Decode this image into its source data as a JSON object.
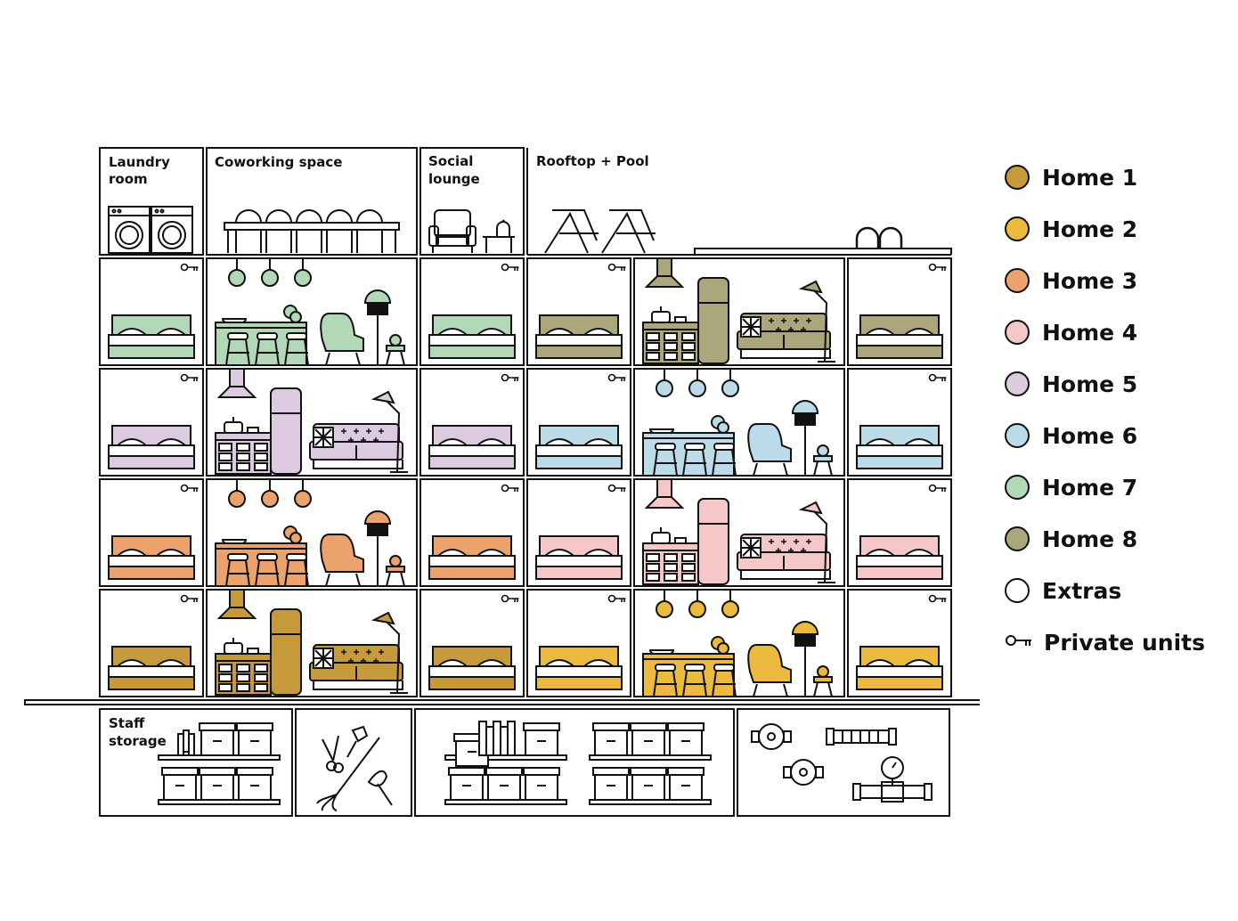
{
  "colors": {
    "home1": "#c69a3a",
    "home2": "#ebba3f",
    "home3": "#eca26d",
    "home4": "#f5c7c6",
    "home5": "#dccae1",
    "home6": "#bcdbe8",
    "home7": "#b3d8b8",
    "home8": "#aba67b",
    "extras": "#ffffff",
    "line": "#111111"
  },
  "top_rooms": {
    "laundry": [
      "Laundry",
      "room"
    ],
    "coworking": "Coworking space",
    "social": [
      "Social",
      "lounge"
    ],
    "rooftop": "Rooftop + Pool"
  },
  "basement": {
    "staff_storage": [
      "Staff",
      "storage"
    ]
  },
  "floors": [
    [
      "home7",
      "home7",
      "home7",
      "home8",
      "home8",
      "home8"
    ],
    [
      "home5",
      "home5",
      "home5",
      "home6",
      "home6",
      "home6"
    ],
    [
      "home3",
      "home3",
      "home3",
      "home4",
      "home4",
      "home4"
    ],
    [
      "home1",
      "home1",
      "home1",
      "home2",
      "home2",
      "home2"
    ]
  ],
  "legend": [
    {
      "label": "Home 1",
      "color": "#c69a3a",
      "icon": "circle-icon"
    },
    {
      "label": "Home 2",
      "color": "#ebba3f",
      "icon": "circle-icon"
    },
    {
      "label": "Home 3",
      "color": "#eca26d",
      "icon": "circle-icon"
    },
    {
      "label": "Home 4",
      "color": "#f5c7c6",
      "icon": "circle-icon"
    },
    {
      "label": "Home 5",
      "color": "#dccae1",
      "icon": "circle-icon"
    },
    {
      "label": "Home 6",
      "color": "#bcdbe8",
      "icon": "circle-icon"
    },
    {
      "label": "Home 7",
      "color": "#b3d8b8",
      "icon": "circle-icon"
    },
    {
      "label": "Home 8",
      "color": "#aba67b",
      "icon": "circle-icon"
    },
    {
      "label": "Extras",
      "color": "#ffffff",
      "icon": "circle-icon"
    },
    {
      "label": "Private units",
      "color": "#ffffff",
      "icon": "key-icon"
    }
  ]
}
